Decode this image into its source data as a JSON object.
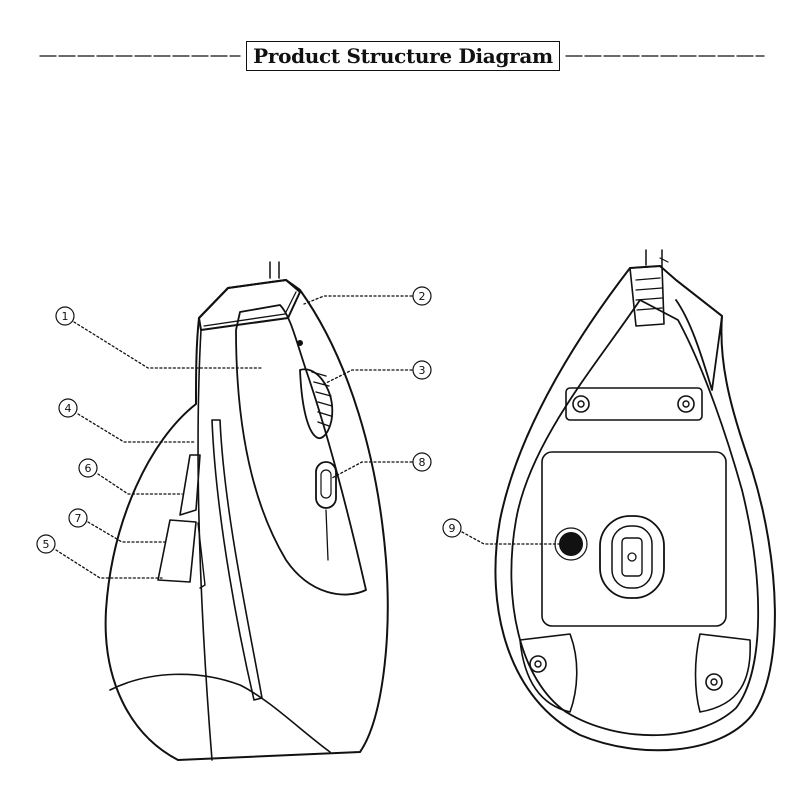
{
  "title": "Product Structure Diagram",
  "callouts": [
    "1",
    "2",
    "3",
    "4",
    "5",
    "6",
    "7",
    "8",
    "9"
  ],
  "colors": {
    "ink": "#111111",
    "background": "#ffffff"
  }
}
